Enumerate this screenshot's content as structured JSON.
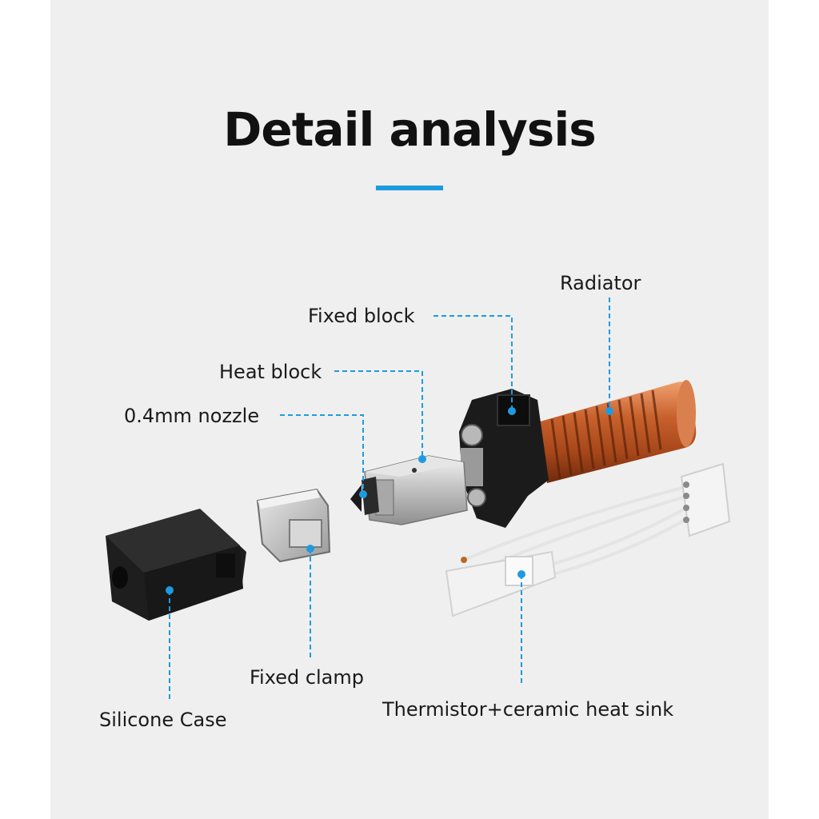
{
  "title": "Detail analysis",
  "accent_color": "#1e9be0",
  "labels": {
    "radiator": "Radiator",
    "fixed_block": "Fixed block",
    "heat_block": "Heat block",
    "nozzle": "0.4mm nozzle",
    "silicone_case": "Silicone Case",
    "fixed_clamp": "Fixed clamp",
    "thermistor": "Thermistor+ceramic heat sink"
  }
}
